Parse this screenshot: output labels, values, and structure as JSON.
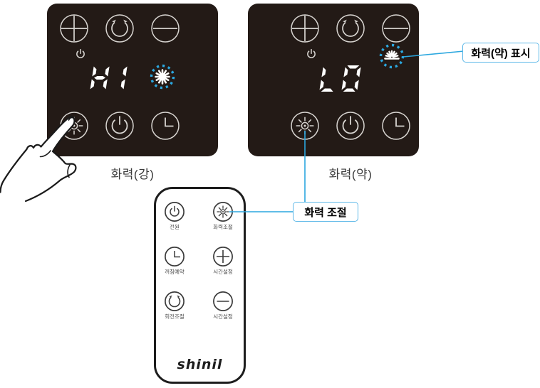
{
  "colors": {
    "accent_blue": "#2BA7DF",
    "panel_bg": "#231A16",
    "display_white": "#FFFFFF"
  },
  "panels": [
    {
      "display": "HI",
      "indicator": "full-sun",
      "label": "화력(강)"
    },
    {
      "display": "LO",
      "indicator": "half-sun",
      "label": "화력(약)"
    }
  ],
  "callouts": {
    "weak_indicator": "화력(약) 표시",
    "heat_control": "화력 조절"
  },
  "remote": {
    "brand": "Shinil",
    "buttons": [
      {
        "icon": "power",
        "label": "전원"
      },
      {
        "icon": "sun",
        "label": "화력조절"
      },
      {
        "icon": "clock",
        "label": "꺼짐예약"
      },
      {
        "icon": "plus",
        "label": "시간설정"
      },
      {
        "icon": "rotate",
        "label": "회전조절"
      },
      {
        "icon": "minus",
        "label": "시간설정"
      }
    ]
  }
}
